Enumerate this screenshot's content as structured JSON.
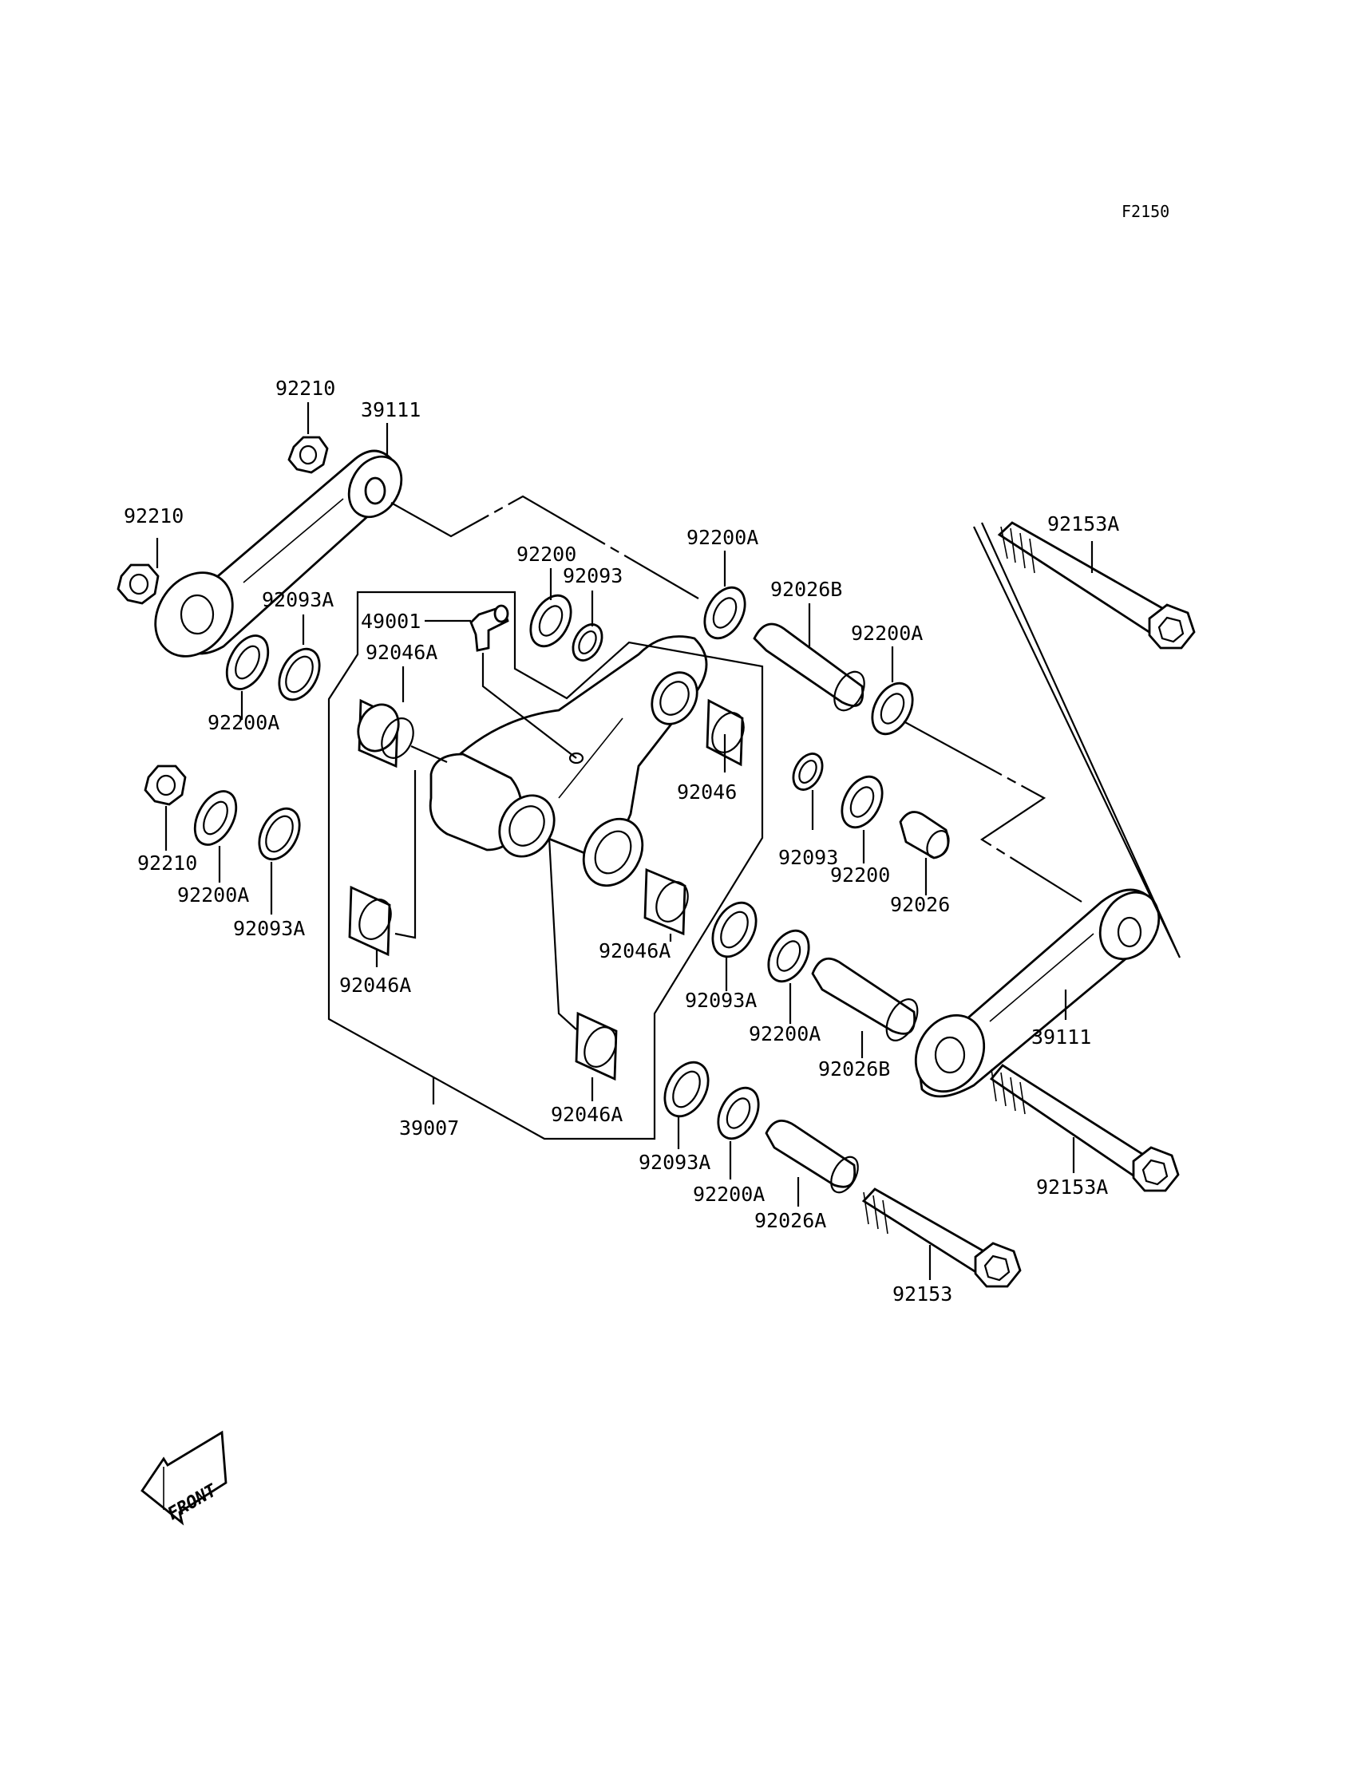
{
  "figure_code": "F2150",
  "front_label": "FRONT",
  "callouts": {
    "c92210_top": "92210",
    "c39111_top": "39111",
    "c92210_left": "92210",
    "c92093A_left": "92093A",
    "c92200A_left": "92200A",
    "c92200": "92200",
    "c92093": "92093",
    "c49001": "49001",
    "c92046A_a": "92046A",
    "c92200A_top": "92200A",
    "c92026B_top": "92026B",
    "c92200A_mid": "92200A",
    "c92153A_top": "92153A",
    "c92210_low": "92210",
    "c92200A_low": "92200A",
    "c92093A_low": "92093A",
    "c92046": "92046",
    "c92093_r": "92093",
    "c92200_r": "92200",
    "c92026": "92026",
    "c92046A_b": "92046A",
    "c92046A_c": "92046A",
    "c92046A_d": "92046A",
    "c39007": "39007",
    "c92093A_r": "92093A",
    "c92200A_r": "92200A",
    "c92026B_r": "92026B",
    "c39111_r": "39111",
    "c92153A_r": "92153A",
    "c92093A_b": "92093A",
    "c92200A_b": "92200A",
    "c92026A": "92026A",
    "c92153": "92153"
  }
}
